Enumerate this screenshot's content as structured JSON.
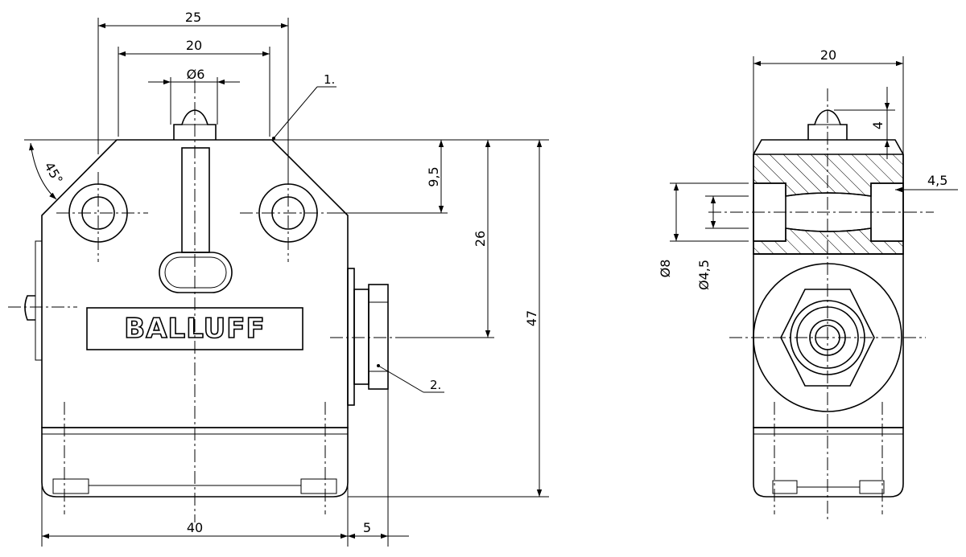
{
  "brand": "BALLUFF",
  "front_view": {
    "dimensions": {
      "width_top": "25",
      "width_mid": "20",
      "plunger_dia": "Ø6",
      "angle": "45°",
      "height_small": "9,5",
      "height_mid": "26",
      "height_total": "47",
      "width_base": "40",
      "offset": "5"
    },
    "callouts": [
      "1.",
      "2."
    ]
  },
  "side_view": {
    "dimensions": {
      "width": "20",
      "plunger_height": "4",
      "hole_dia": "4,5",
      "counterbore_dia": "Ø8",
      "bore_dia": "Ø4,5"
    }
  },
  "colors": {
    "line": "#000000",
    "background": "#ffffff"
  }
}
